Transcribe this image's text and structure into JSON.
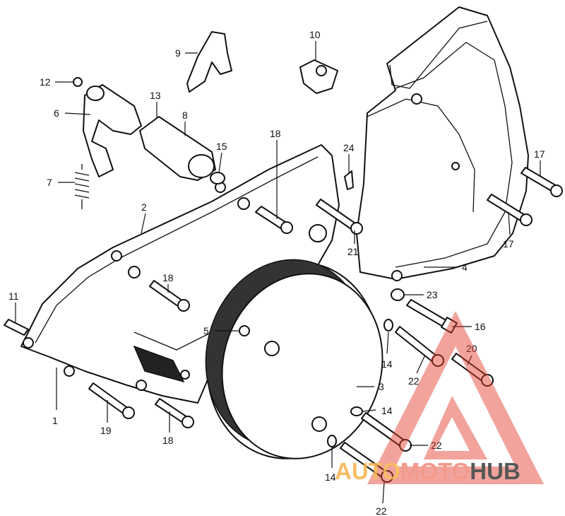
{
  "diagram": {
    "callouts": [
      {
        "id": "c1",
        "label": "1"
      },
      {
        "id": "c2",
        "label": "2"
      },
      {
        "id": "c3",
        "label": "3"
      },
      {
        "id": "c4",
        "label": "4"
      },
      {
        "id": "c5",
        "label": "5"
      },
      {
        "id": "c6",
        "label": "6"
      },
      {
        "id": "c7",
        "label": "7"
      },
      {
        "id": "c8",
        "label": "8"
      },
      {
        "id": "c9",
        "label": "9"
      },
      {
        "id": "c10",
        "label": "10"
      },
      {
        "id": "c11",
        "label": "11"
      },
      {
        "id": "c12",
        "label": "12"
      },
      {
        "id": "c13",
        "label": "13"
      },
      {
        "id": "c14a",
        "label": "14"
      },
      {
        "id": "c14b",
        "label": "14"
      },
      {
        "id": "c14c",
        "label": "14"
      },
      {
        "id": "c15",
        "label": "15"
      },
      {
        "id": "c16",
        "label": "16"
      },
      {
        "id": "c17a",
        "label": "17"
      },
      {
        "id": "c17b",
        "label": "17"
      },
      {
        "id": "c18a",
        "label": "18"
      },
      {
        "id": "c18b",
        "label": "18"
      },
      {
        "id": "c18c",
        "label": "18"
      },
      {
        "id": "c19",
        "label": "19"
      },
      {
        "id": "c20",
        "label": "20"
      },
      {
        "id": "c21",
        "label": "21"
      },
      {
        "id": "c22a",
        "label": "22"
      },
      {
        "id": "c22b",
        "label": "22"
      },
      {
        "id": "c22c",
        "label": "22"
      },
      {
        "id": "c23",
        "label": "23"
      },
      {
        "id": "c24",
        "label": "24"
      }
    ]
  },
  "watermark": {
    "part1": "AUTO",
    "part2": "MOTO",
    "part3": "HUB",
    "colors": {
      "auto": "#f5b24a",
      "moto": "#f08a7a",
      "hub": "#3a3a3a",
      "triangle": "#e03a2a"
    }
  }
}
